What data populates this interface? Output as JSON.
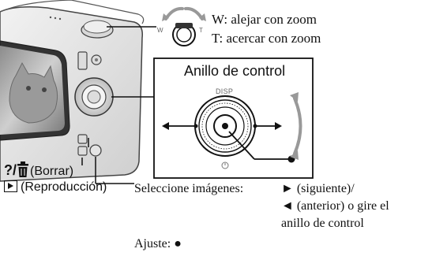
{
  "zoom": {
    "w_text": "W: alejar con zoom",
    "t_text": "T: acercar con zoom",
    "lever_w_tag": "W",
    "lever_t_tag": "T"
  },
  "control_ring": {
    "title": "Anillo de control",
    "disp_tag": "DISP"
  },
  "buttons": {
    "delete_prefix": "?/",
    "delete_label": "(Borrar)",
    "playback_label": "(Reproducción)"
  },
  "selection": {
    "lead": "Seleccione imágenes:",
    "line1": "► (siguiente)/",
    "line2": "◄ (anterior) o gire el",
    "line3": "anillo de control"
  },
  "adjust": {
    "label": "Ajuste: ●"
  },
  "icons": [
    "trash-icon",
    "playback-icon",
    "rotate-arrow-icon",
    "self-timer-icon"
  ]
}
